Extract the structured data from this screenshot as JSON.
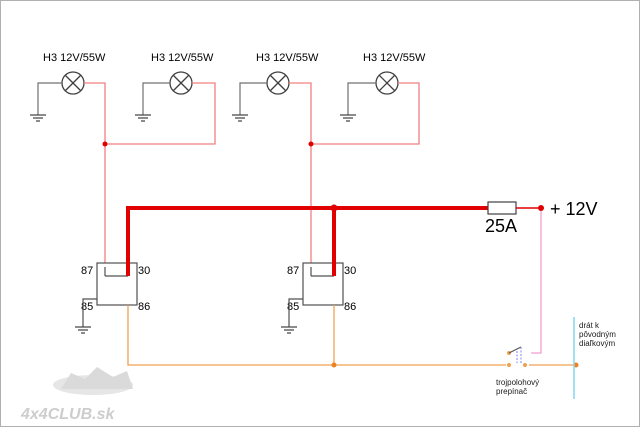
{
  "lamps": [
    {
      "label": "H3 12V/55W"
    },
    {
      "label": "H3 12V/55W"
    },
    {
      "label": "H3 12V/55W"
    },
    {
      "label": "H3 12V/55W"
    }
  ],
  "relays": [
    {
      "pins": {
        "p87": "87",
        "p30": "30",
        "p85": "85",
        "p86": "86"
      }
    },
    {
      "pins": {
        "p87": "87",
        "p30": "30",
        "p85": "85",
        "p86": "86"
      }
    }
  ],
  "fuse": {
    "label": "25A"
  },
  "supply": {
    "label": "+ 12V"
  },
  "switch": {
    "line1": "trojpolohový",
    "line2": "prepínač"
  },
  "wire_note": {
    "line1": "drát k",
    "line2": "pôvodným",
    "line3": "diaľkovým"
  },
  "watermark": {
    "text": "4x4CLUB.sk"
  },
  "colors": {
    "lamp_wire": "#f08080",
    "power_wire": "#e00000",
    "control_wire": "#f0a050",
    "signal_wire": "#f0a0d0",
    "high_beam_wire": "#80d8f0",
    "ground": "#606060"
  }
}
